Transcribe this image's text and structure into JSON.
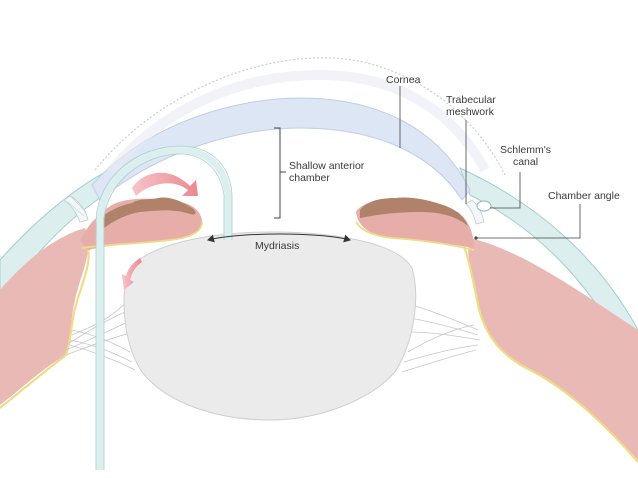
{
  "labels": {
    "cornea": "Cornea",
    "trabecular_line1": "Trabecular",
    "trabecular_line2": "meshwork",
    "schlemm_line1": "Schlemm's",
    "schlemm_line2": "canal",
    "chamber_angle": "Chamber angle",
    "shallow_line1": "Shallow anterior",
    "shallow_line2": "chamber",
    "mydriasis": "Mydriasis"
  },
  "colors": {
    "cornea_fill": "#dde6f5",
    "cornea_dotted": "#c9ced8",
    "sclera_fill": "#dcefee",
    "sclera_stroke": "#9fcfcc",
    "ciliary_fill": "#e9b9b6",
    "choroid_line": "#f0dc84",
    "iris_fill": "#e7aea9",
    "iris_pigment": "#b0826a",
    "lens_fill": "#ebebeb",
    "lens_stroke": "#cfcfcf",
    "zonule": "#c7c7c7",
    "arrow_pink": "#ef9aa3",
    "leader": "#444444"
  }
}
